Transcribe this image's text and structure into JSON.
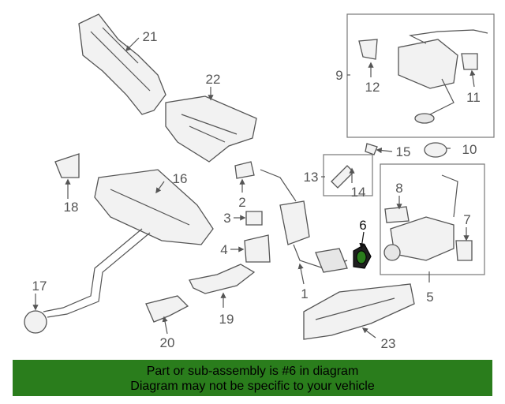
{
  "callouts": {
    "c1": "1",
    "c2": "2",
    "c3": "3",
    "c4": "4",
    "c5": "5",
    "c6": "6",
    "c7": "7",
    "c8": "8",
    "c9": "9",
    "c10": "10",
    "c11": "11",
    "c12": "12",
    "c13": "13",
    "c14": "14",
    "c15": "15",
    "c16": "16",
    "c17": "17",
    "c18": "18",
    "c19": "19",
    "c20": "20",
    "c21": "21",
    "c22": "22",
    "c23": "23"
  },
  "highlighted_part": "6",
  "banner": {
    "line1": "Part or sub-assembly is #6 in diagram",
    "line2": "Diagram may not be specific to your vehicle",
    "color": "#2a7d1c"
  }
}
